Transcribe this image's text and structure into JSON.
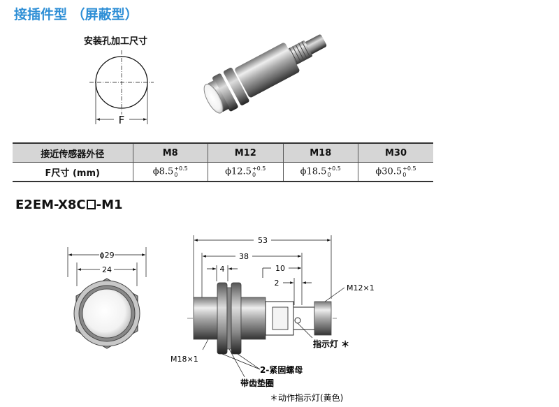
{
  "heading": "接插件型 （屏蔽型）",
  "hole_title": "安装孔加工尺寸",
  "hole_label": "F",
  "table": {
    "header_label": "接近传感器外径",
    "row_label": "F尺寸 (mm)",
    "columns": [
      {
        "size": "M8",
        "value": "ϕ8.5",
        "tol_upper": "+0.5",
        "tol_lower": "0"
      },
      {
        "size": "M12",
        "value": "ϕ12.5",
        "tol_upper": "+0.5",
        "tol_lower": "0"
      },
      {
        "size": "M18",
        "value": "ϕ18.5",
        "tol_upper": "+0.5",
        "tol_lower": "0"
      },
      {
        "size": "M30",
        "value": "ϕ30.5",
        "tol_upper": "+0.5",
        "tol_lower": "0"
      }
    ]
  },
  "model": {
    "prefix": "E2EM-X8C",
    "suffix": "-M1"
  },
  "front_view": {
    "dim_outer": "ϕ29",
    "dim_flats": "24"
  },
  "side_view": {
    "dim_53": "53",
    "dim_38": "38",
    "dim_4": "4",
    "dim_10": "10",
    "dim_2": "2",
    "thread_connector": "M12×1",
    "thread_body": "M18×1",
    "indicator": "指示灯 ＊",
    "nuts": "2-紧固螺母",
    "washer": "带齿垫圈",
    "footnote": "＊动作指示灯(黄色)"
  },
  "colors": {
    "heading": "#2f8fd6",
    "table_header": "#d6d6d6"
  }
}
